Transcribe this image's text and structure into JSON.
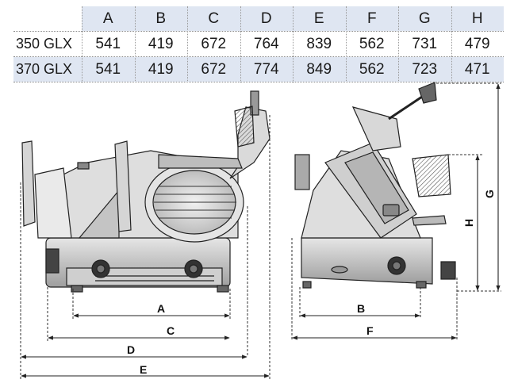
{
  "table": {
    "columns": [
      "A",
      "B",
      "C",
      "D",
      "E",
      "F",
      "G",
      "H"
    ],
    "rows": [
      {
        "model": "350 GLX",
        "values": [
          "541",
          "419",
          "672",
          "764",
          "839",
          "562",
          "731",
          "479"
        ]
      },
      {
        "model": "370 GLX",
        "values": [
          "541",
          "419",
          "672",
          "774",
          "849",
          "562",
          "723",
          "471"
        ]
      }
    ]
  },
  "dimensions": {
    "A": "A",
    "B": "B",
    "C": "C",
    "D": "D",
    "E": "E",
    "F": "F",
    "G": "G",
    "H": "H"
  }
}
